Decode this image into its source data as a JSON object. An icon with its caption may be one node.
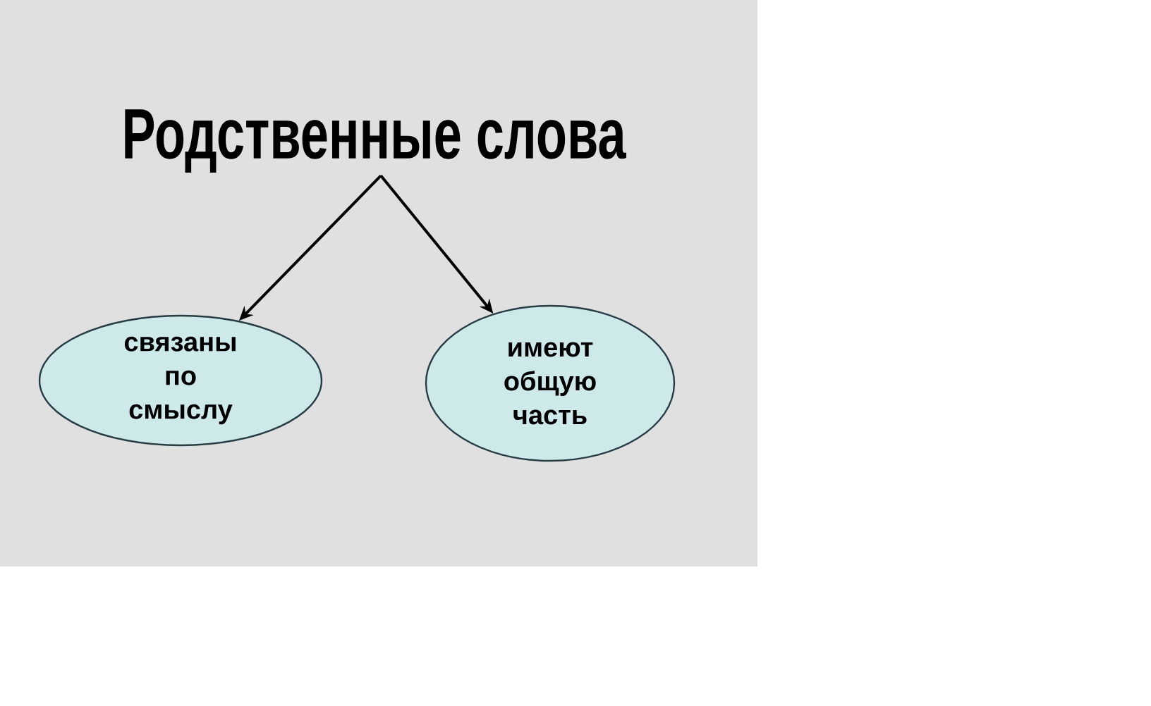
{
  "diagram": {
    "nodes": [
      {
        "text": [
          "Родственные слова"
        ]
      },
      {
        "text": [
          "связаны по смыслу"
        ]
      },
      {
        "text": [
          "имеют общую часть"
        ]
      }
    ],
    "edges": [
      {
        "from": 0,
        "to": 1,
        "arrow": "to"
      },
      {
        "from": 0,
        "to": 2,
        "arrow": "to"
      }
    ]
  }
}
